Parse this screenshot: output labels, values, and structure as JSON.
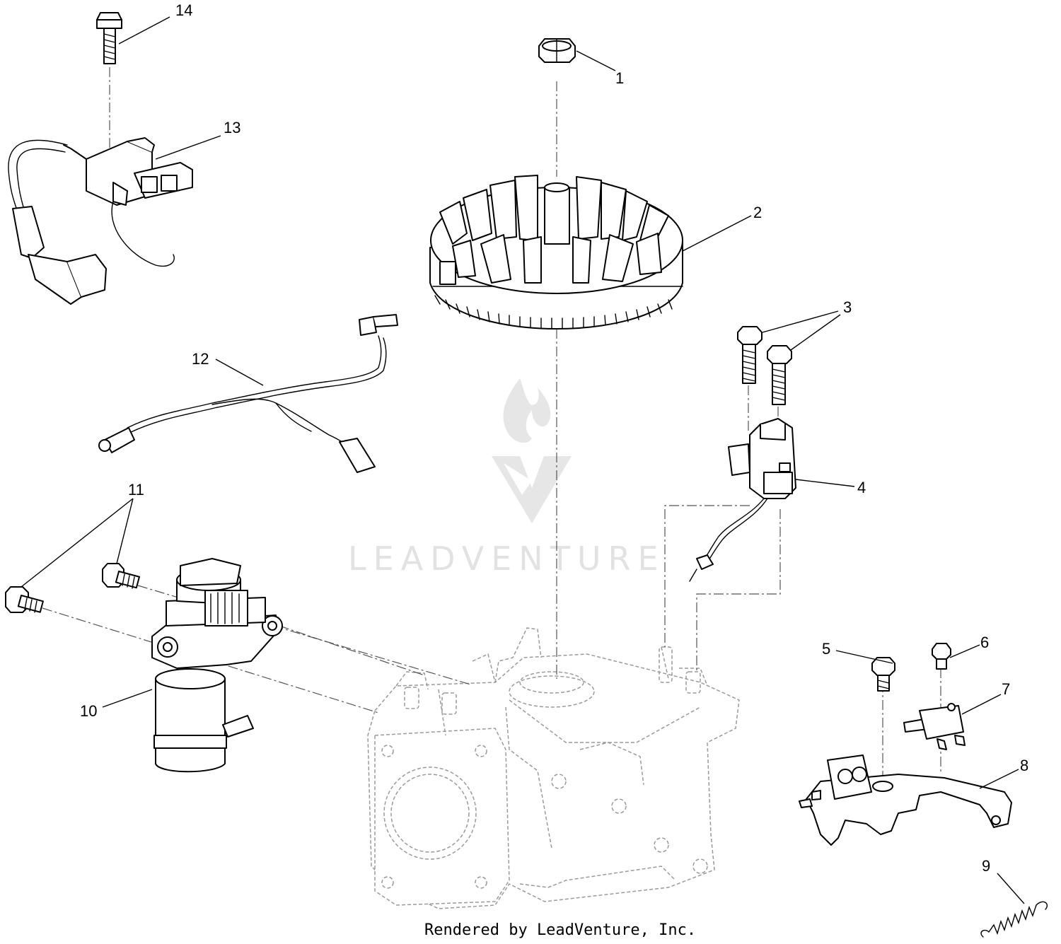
{
  "callouts": [
    {
      "id": "1",
      "label": "1"
    },
    {
      "id": "2",
      "label": "2"
    },
    {
      "id": "3",
      "label": "3"
    },
    {
      "id": "4",
      "label": "4"
    },
    {
      "id": "5",
      "label": "5"
    },
    {
      "id": "6",
      "label": "6"
    },
    {
      "id": "7",
      "label": "7"
    },
    {
      "id": "8",
      "label": "8"
    },
    {
      "id": "9",
      "label": "9"
    },
    {
      "id": "10",
      "label": "10"
    },
    {
      "id": "11",
      "label": "11"
    },
    {
      "id": "12",
      "label": "12"
    },
    {
      "id": "13",
      "label": "13"
    },
    {
      "id": "14",
      "label": "14"
    }
  ],
  "watermark": {
    "text": "LEADVENTURE"
  },
  "footer": {
    "text": "Rendered by LeadVenture, Inc."
  }
}
